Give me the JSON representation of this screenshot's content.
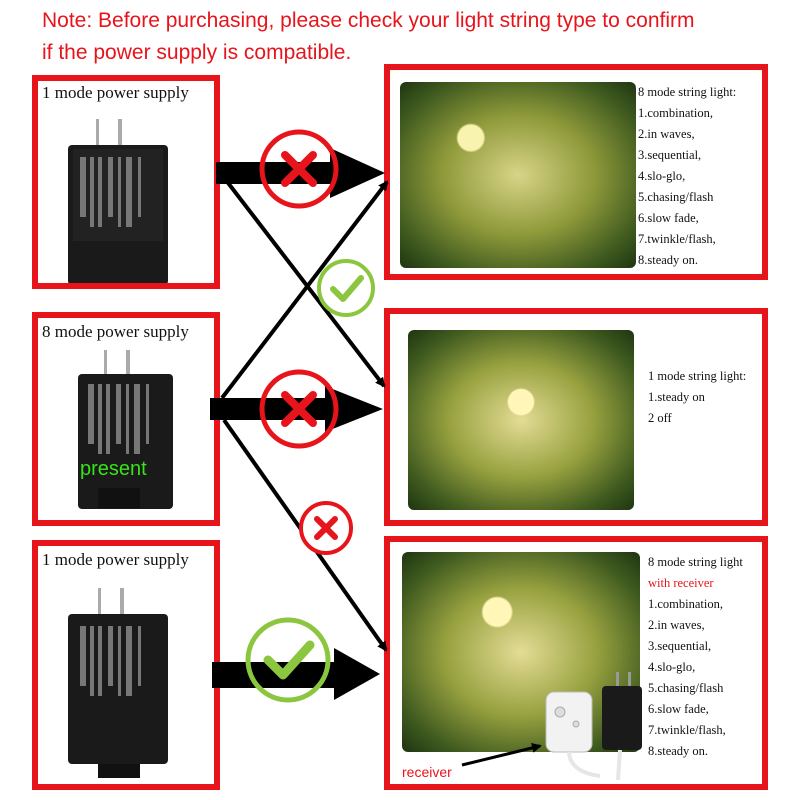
{
  "note": {
    "line1": "Note: Before purchasing, please check your light string type to confirm",
    "line2": "if the power supply is compatible."
  },
  "supplies": [
    {
      "title": "1 mode  power supply"
    },
    {
      "title": "8 mode power supply",
      "tag": "present"
    },
    {
      "title": "1 mode power supply"
    }
  ],
  "lights": [
    {
      "lines": [
        "8 mode string light:",
        "1.combination,",
        "2.in waves,",
        "3.sequential,",
        " 4.slo-glo,",
        "5.chasing/flash",
        "6.slow fade,",
        "7.twinkle/flash,",
        "8.steady on."
      ]
    },
    {
      "lines": [
        "1 mode string light:",
        "1.steady on",
        "2 off"
      ]
    },
    {
      "head": "8 mode string light",
      "sub": "with receiver",
      "lines": [
        "1.combination,",
        "2.in waves,",
        "3.sequential,",
        "4.slo-glo,",
        "5.chasing/flash",
        "6.slow fade,",
        "7.twinkle/flash,",
        "8.steady on."
      ]
    }
  ],
  "receiver_label": "receiver",
  "colors": {
    "accent_red": "#e8141b",
    "check_green": "#8cc63f",
    "present_green": "#39e21c"
  }
}
